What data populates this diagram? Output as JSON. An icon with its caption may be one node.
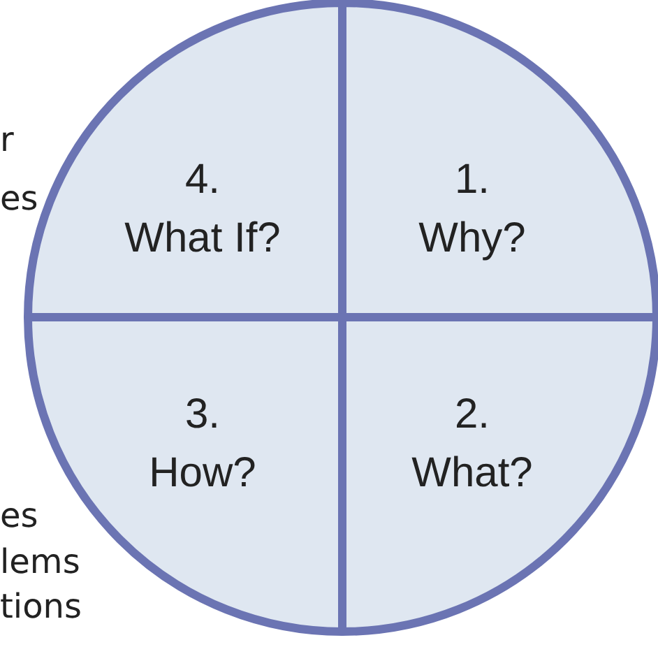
{
  "diagram": {
    "nodes": [
      {
        "text": [
          "4. What If?"
        ]
      },
      {
        "text": [
          "1. Why?"
        ]
      },
      {
        "text": [
          "3. How?"
        ]
      },
      {
        "text": [
          "2. What?"
        ]
      }
    ],
    "labels": [
      "r",
      "es",
      "es",
      "lems",
      "tions"
    ]
  }
}
